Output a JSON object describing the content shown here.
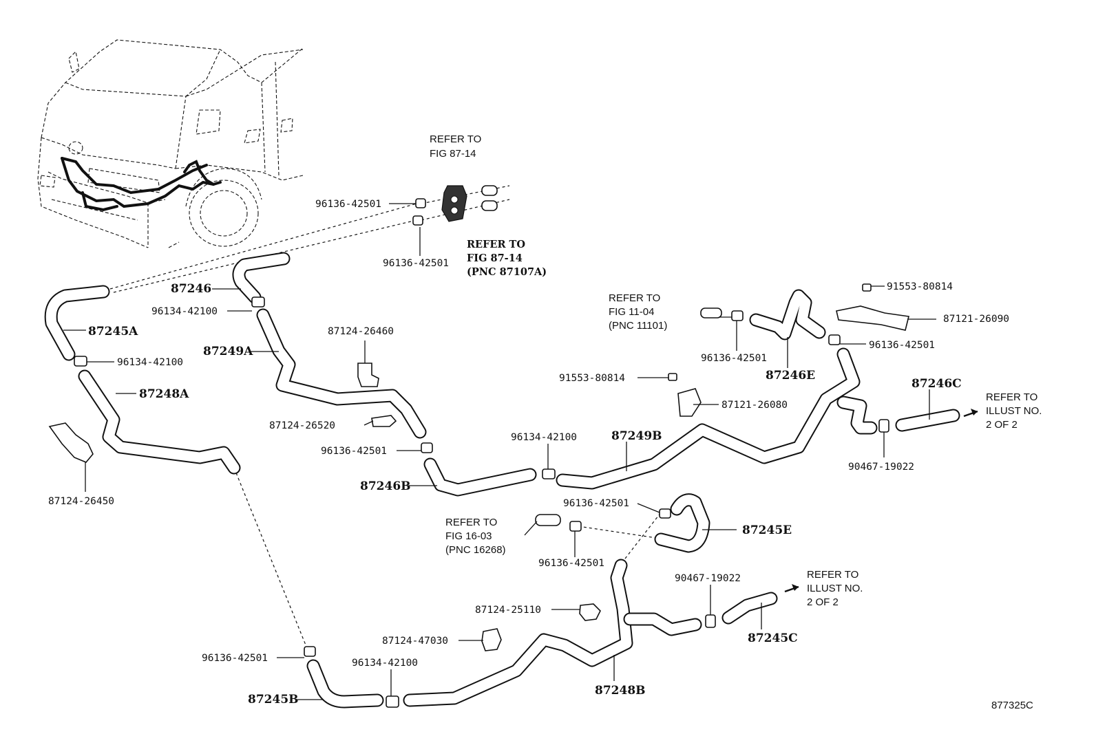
{
  "figure_code": "877325C",
  "parts": {
    "p87245A": "87245A",
    "p87245B": "87245B",
    "p87245C": "87245C",
    "p87245E": "87245E",
    "p87246": "87246",
    "p87246B": "87246B",
    "p87246C": "87246C",
    "p87246E": "87246E",
    "p87248A": "87248A",
    "p87248B": "87248B",
    "p87249A": "87249A",
    "p87249B": "87249B",
    "clamp_96136_42501": "96136-42501",
    "clamp_96134_42100": "96134-42100",
    "clip_90467_19022": "90467-19022",
    "bolt_91553_80814": "91553-80814",
    "bracket_87121_26090": "87121-26090",
    "bracket_87121_26080": "87121-26080",
    "clamp_87124_26460": "87124-26460",
    "clamp_87124_26520": "87124-26520",
    "clamp_87124_26450": "87124-26450",
    "clamp_87124_25110": "87124-25110",
    "clamp_87124_47030": "87124-47030"
  },
  "notes": {
    "refer_top": [
      "REFER TO",
      "FIG 87-14"
    ],
    "refer_top_bold": [
      "REFER TO",
      "FIG 87-14",
      "(PNC 87107A)"
    ],
    "refer_fig_11": [
      "REFER TO",
      "FIG 11-04",
      "(PNC 11101)"
    ],
    "refer_fig_16": [
      "REFER TO",
      "FIG 16-03",
      "(PNC 16268)"
    ],
    "refer_illust_right": [
      "REFER TO",
      "ILLUST NO.",
      "2 OF 2"
    ],
    "refer_illust_bottom": [
      "REFER TO",
      "ILLUST NO.",
      "2 OF 2"
    ]
  }
}
